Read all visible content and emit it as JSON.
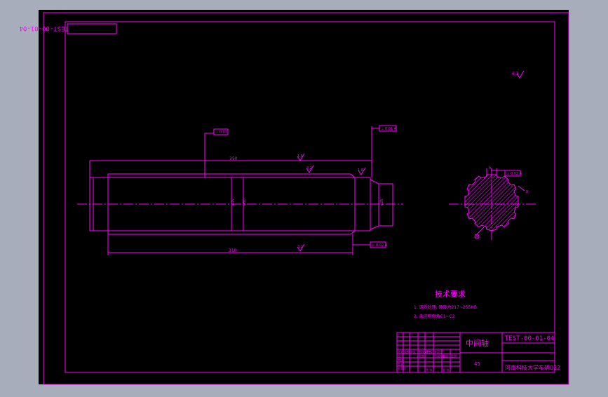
{
  "colors": {
    "window_bg": "#a7adba",
    "paper": "#000000",
    "line": "#ff00ff",
    "center_line": "#ff00ff"
  },
  "drawing": {
    "code_stamp": "TEST-00-01-04",
    "roughness_global": "6.3",
    "roughness_1": "1.6",
    "roughness_2": "3.2",
    "roughness_3": "1.6",
    "roughness_4": "3.2",
    "tolerance_top": "⊥ 0.03",
    "tolerance_right": "⊥ 0.01 A",
    "tolerance_bottom": "◎ 0.02 A",
    "tolerance_section": "⊥ 0.02 A",
    "dim_total": "350",
    "dim_body": "310",
    "dim_dia_1": "φ35",
    "dim_dia_2": "φ30",
    "dim_dia_3": "φ25",
    "datum": "A",
    "section_label_a": "A",
    "section_dim_b": "8"
  },
  "requirements": {
    "title": "技术要求",
    "line1": "1. 调质处理, 硬度为217~255HB.",
    "line2": "2. 未注明倒角C1~C2."
  },
  "title_block": {
    "part_name": "中间轴",
    "drawing_no": "TEST-00-01-04",
    "material": "45",
    "company": "河南科技大学车辆022",
    "row_labels": [
      "标记",
      "处数",
      "分区",
      "更改文件号",
      "签名",
      "年月日"
    ],
    "sub_labels": [
      "设计",
      "审核",
      "工艺",
      "标准化",
      "批准"
    ],
    "stage_labels": [
      "阶段标记",
      "重量",
      "比例"
    ],
    "sheet_labels": [
      "共 张",
      "第 张"
    ]
  }
}
